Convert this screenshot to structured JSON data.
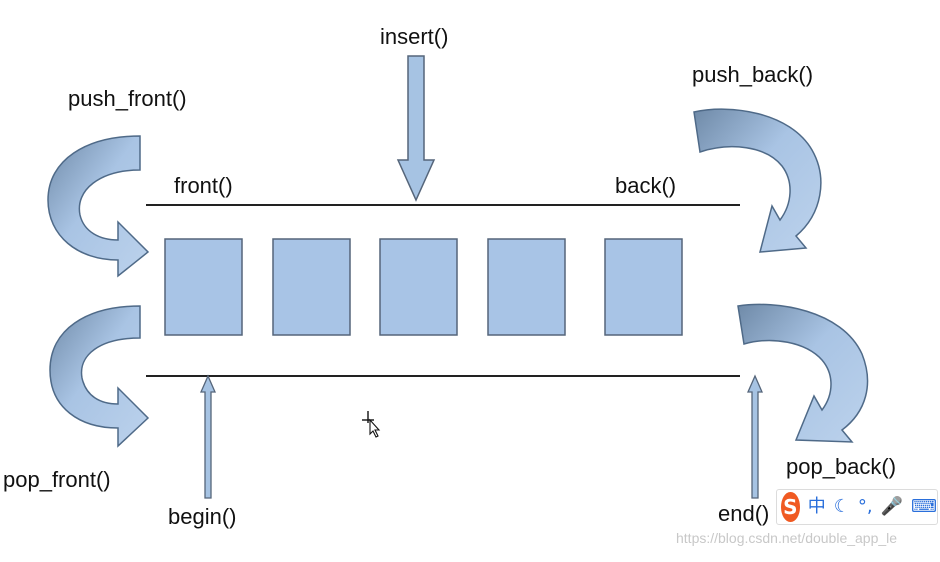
{
  "labels": {
    "insert": "insert()",
    "push_front": "push_front()",
    "push_back": "push_back()",
    "front": "front()",
    "back": "back()",
    "pop_front": "pop_front()",
    "pop_back": "pop_back()",
    "begin": "begin()",
    "end": "end()"
  },
  "container": {
    "element_count": 5
  },
  "colors": {
    "element_fill": "#a8c4e6",
    "element_stroke": "#55657a",
    "arrow_fill": "#a6c3e3",
    "arrow_dark": "#5d7895",
    "line": "#222222"
  },
  "ime_toolbar": {
    "logo": "S",
    "items": [
      "中",
      "☾",
      "°,",
      "🎤",
      "⌨"
    ]
  },
  "watermark": "https://blog.csdn.net/double_app_le"
}
